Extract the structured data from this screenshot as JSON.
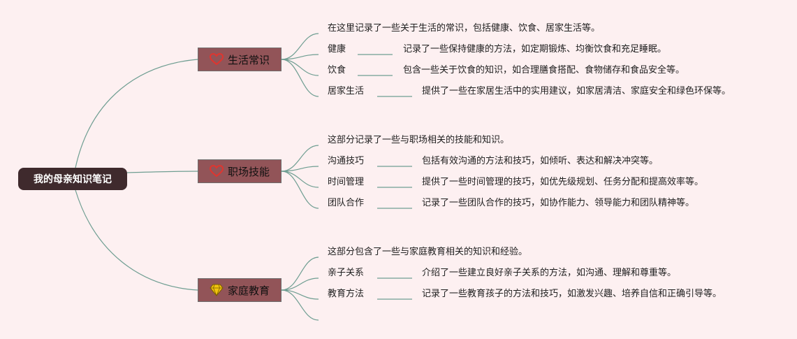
{
  "colors": {
    "background": "#fdf0f1",
    "root_fill": "#3f2a2d",
    "branch_fill": "#925458",
    "line": "#6f9e92",
    "heart": "#e0352f",
    "diamond": "#f1c40f"
  },
  "root": {
    "label": "我的母亲知识笔记"
  },
  "branches": [
    {
      "label": "生活常识",
      "icon": "heart-icon",
      "intro": "在这里记录了一些关于生活的常识，包括健康、饮食、居家生活等。",
      "items": [
        {
          "term": "健康",
          "desc": "记录了一些保持健康的方法，如定期锻炼、均衡饮食和充足睡眠。"
        },
        {
          "term": "饮食",
          "desc": "包含一些关于饮食的知识，如合理膳食搭配、食物储存和食品安全等。"
        },
        {
          "term": "居家生活",
          "desc": "提供了一些在家居生活中的实用建议，如家居清洁、家庭安全和绿色环保等。"
        }
      ]
    },
    {
      "label": "职场技能",
      "icon": "heart-icon",
      "intro": "这部分记录了一些与职场相关的技能和知识。",
      "items": [
        {
          "term": "沟通技巧",
          "desc": "包括有效沟通的方法和技巧，如倾听、表达和解决冲突等。"
        },
        {
          "term": "时间管理",
          "desc": "提供了一些时间管理的技巧，如优先级规划、任务分配和提高效率等。"
        },
        {
          "term": "团队合作",
          "desc": "记录了一些团队合作的技巧，如协作能力、领导能力和团队精神等。"
        }
      ]
    },
    {
      "label": "家庭教育",
      "icon": "diamond-icon",
      "intro": "这部分包含了一些与家庭教育相关的知识和经验。",
      "items": [
        {
          "term": "亲子关系",
          "desc": "介绍了一些建立良好亲子关系的方法，如沟通、理解和尊重等。"
        },
        {
          "term": "教育方法",
          "desc": "记录了一些教育孩子的方法和技巧，如激发兴趣、培养自信和正确引导等。"
        }
      ]
    }
  ]
}
